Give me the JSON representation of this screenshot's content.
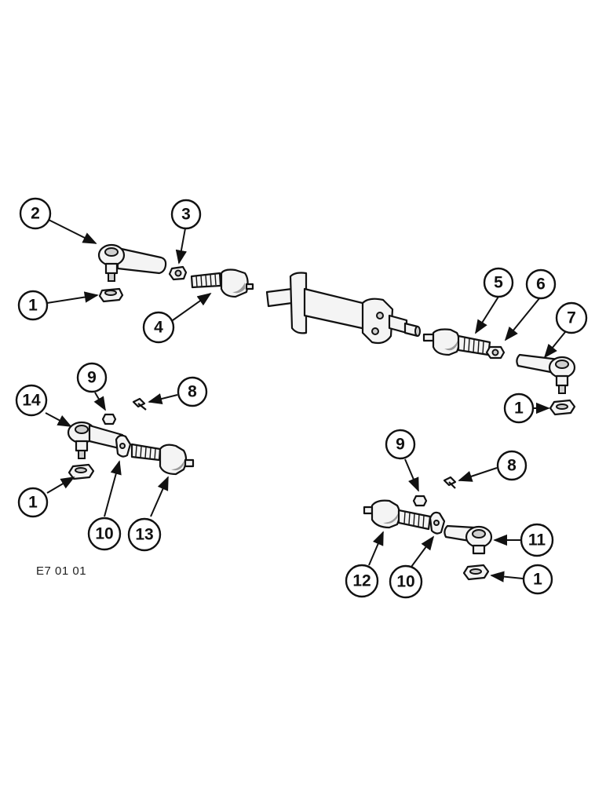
{
  "figure": {
    "code": "E7 01 01"
  },
  "callouts": [
    {
      "id": "c2",
      "label": "2"
    },
    {
      "id": "c3",
      "label": "3"
    },
    {
      "id": "c1a",
      "label": "1"
    },
    {
      "id": "c4",
      "label": "4"
    },
    {
      "id": "c5",
      "label": "5"
    },
    {
      "id": "c6",
      "label": "6"
    },
    {
      "id": "c7",
      "label": "7"
    },
    {
      "id": "c1b",
      "label": "1"
    },
    {
      "id": "c14",
      "label": "14"
    },
    {
      "id": "c9a",
      "label": "9"
    },
    {
      "id": "c8a",
      "label": "8"
    },
    {
      "id": "c1c",
      "label": "1"
    },
    {
      "id": "c10a",
      "label": "10"
    },
    {
      "id": "c13",
      "label": "13"
    },
    {
      "id": "c9b",
      "label": "9"
    },
    {
      "id": "c8b",
      "label": "8"
    },
    {
      "id": "c11",
      "label": "11"
    },
    {
      "id": "c12",
      "label": "12"
    },
    {
      "id": "c10b",
      "label": "10"
    },
    {
      "id": "c1d",
      "label": "1"
    }
  ]
}
